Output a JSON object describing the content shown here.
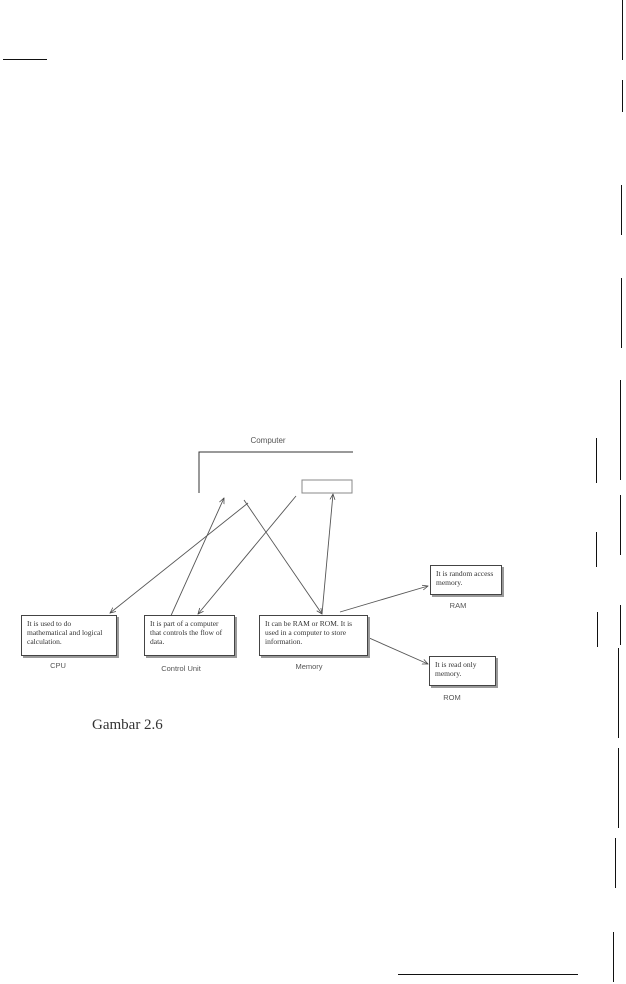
{
  "diagram": {
    "root_label": "Computer",
    "caption": "Gambar 2.6",
    "nodes": [
      {
        "id": "cpu",
        "label": "CPU",
        "description": "It is used to do mathematical and logical calculation."
      },
      {
        "id": "control-unit",
        "label": "Control Unit",
        "description": "It is part of a computer that controls the flow of data."
      },
      {
        "id": "memory",
        "label": "Memory",
        "description": "It can be RAM or ROM. It is used in a computer to store information."
      },
      {
        "id": "ram",
        "label": "RAM",
        "description": "It is random access memory."
      },
      {
        "id": "rom",
        "label": "ROM",
        "description": "It is read only memory."
      }
    ]
  }
}
